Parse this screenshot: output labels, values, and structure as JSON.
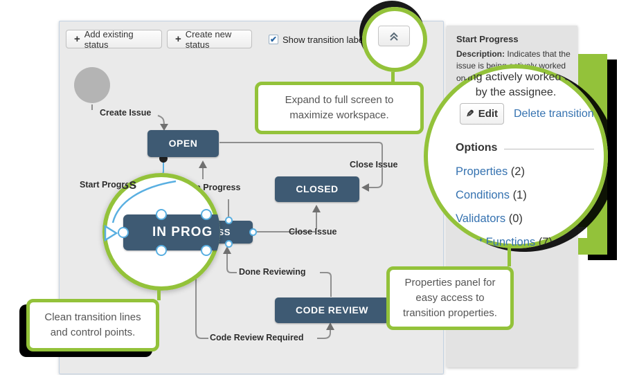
{
  "colors": {
    "accent_green": "#93c23a",
    "status_box": "#3e5a73",
    "link_blue": "#3572b0",
    "control_blue": "#59afe1"
  },
  "toolbar": {
    "add_existing": "Add existing status",
    "create_new": "Create new status",
    "plus": "+",
    "check": "✔",
    "show_labels": "Show transition labels"
  },
  "canvas": {
    "statuses": {
      "open": "OPEN",
      "closed": "CLOSED",
      "in_progress": "IN PROGRESS",
      "in_progress_magnified": "IN PROG",
      "code_review": "CODE REVIEW"
    },
    "transitions": {
      "create_issue": "Create Issue",
      "start_progress": "Start Progress",
      "start_progress_magnified": "ess",
      "stop_progress": "Stop Progress",
      "close_issue_top": "Close Issue",
      "close_issue_mid": "Close Issue",
      "done_reviewing": "Done Reviewing",
      "code_review_required": "Code Review Required"
    }
  },
  "panel": {
    "title": "Start Progress",
    "description_label": "Description:",
    "description_text": "Indicates that the issue is being actively worked on at the moment by the assignee.",
    "magnified_desc_line1": "being actively worked on",
    "magnified_desc_line2": "by the assignee.",
    "edit_button": "Edit",
    "pencil": "✎",
    "delete_link": "Delete transition",
    "options_title": "Options",
    "options": [
      {
        "label": "Properties",
        "count": "(2)"
      },
      {
        "label": "Conditions",
        "count": "(1)"
      },
      {
        "label": "Validators",
        "count": "(0)"
      },
      {
        "label": "Post Functions",
        "count": "(7)"
      }
    ]
  },
  "callouts": {
    "expand": "Expand to full screen to maximize workspace.",
    "clean_lines": "Clean transition lines and control points.",
    "properties_panel": "Properties panel for easy access to transition properties."
  }
}
